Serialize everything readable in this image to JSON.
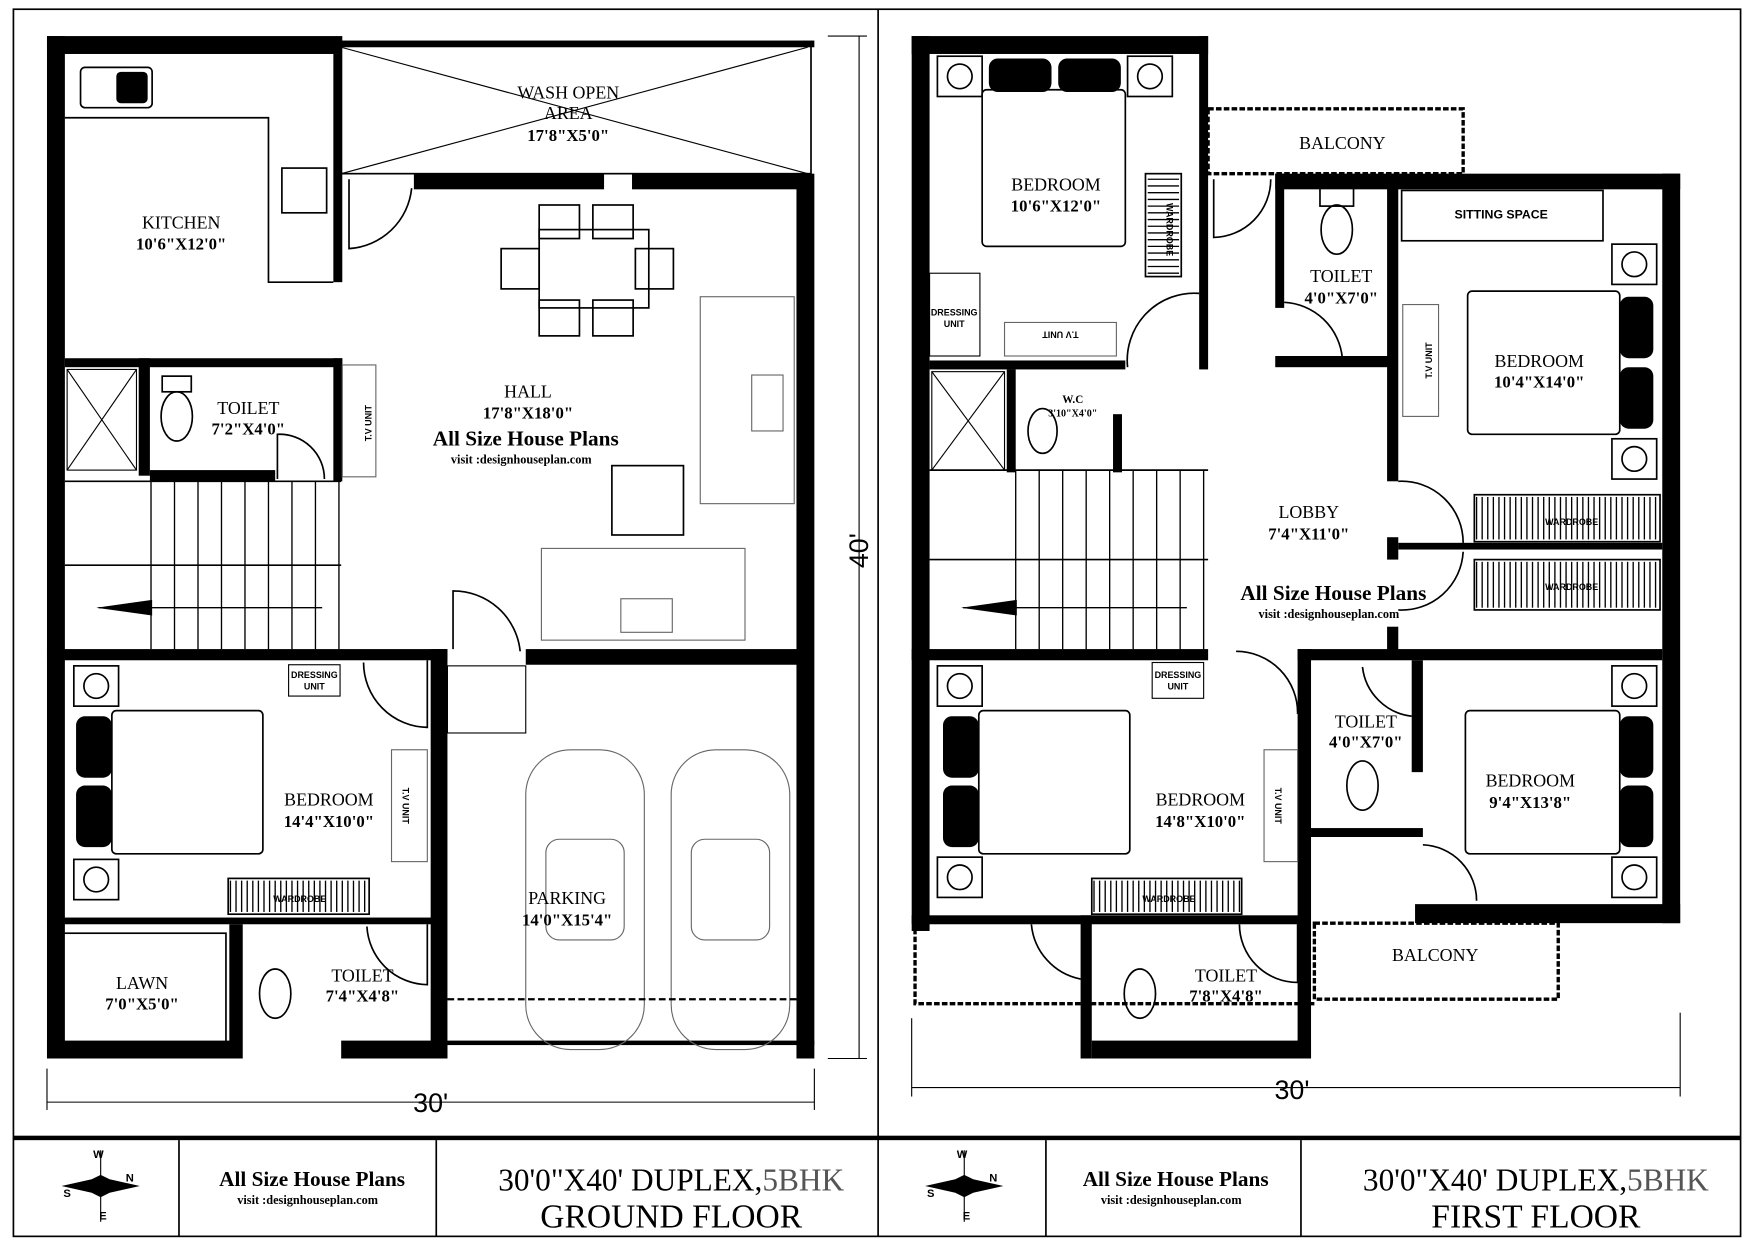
{
  "ground_floor": {
    "rooms": {
      "wash": {
        "label": "WASH OPEN",
        "label2": "AREA",
        "dims": "17'8\"X5'0\""
      },
      "kitchen": {
        "label": "KITCHEN",
        "dims": "10'6\"X12'0\""
      },
      "hall": {
        "label": "HALL",
        "dims": "17'8\"X18'0\""
      },
      "toilet1": {
        "label": "TOILET",
        "dims": "7'2\"X4'0\""
      },
      "bedroom": {
        "label": "BEDROOM",
        "dims": "14'4\"X10'0\""
      },
      "parking": {
        "label": "PARKING",
        "dims": "14'0\"X15'4\""
      },
      "lawn": {
        "label": "LAWN",
        "dims": "7'0\"X5'0\""
      },
      "toilet2": {
        "label": "TOILET",
        "dims": "7'4\"X4'8\""
      }
    },
    "fixtures": {
      "tv_unit": "T.V UNIT",
      "tv_unit2": "T.V UNIT",
      "dressing": "DRESSING",
      "dressing2": "UNIT",
      "wardrobe": "WARDROBE"
    },
    "watermark": {
      "brand": "All Size House Plans",
      "visit": "visit :designhouseplan.com"
    },
    "width_dim": "30'",
    "depth_dim": "40'"
  },
  "first_floor": {
    "rooms": {
      "bedroom1": {
        "label": "BEDROOM",
        "dims": "10'6\"X12'0\""
      },
      "balcony1": {
        "label": "BALCONY"
      },
      "toilet1": {
        "label": "TOILET",
        "dims": "4'0\"X7'0\""
      },
      "sitting": {
        "label": "SITTING SPACE"
      },
      "bedroom2": {
        "label": "BEDROOM",
        "dims": "10'4\"X14'0\""
      },
      "wc": {
        "label": "W.C",
        "dims": "3'10\"X4'0\""
      },
      "lobby": {
        "label": "LOBBY",
        "dims": "7'4\"X11'0\""
      },
      "bedroom3": {
        "label": "BEDROOM",
        "dims": "14'8\"X10'0\""
      },
      "toilet2": {
        "label": "TOILET",
        "dims": "4'0\"X7'0\""
      },
      "bedroom4": {
        "label": "BEDROOM",
        "dims": "9'4\"X13'8\""
      },
      "balcony2": {
        "label": "BALCONY"
      },
      "toilet3": {
        "label": "TOILET",
        "dims": "7'8\"X4'8\""
      }
    },
    "fixtures": {
      "tv_unit": "T.V UNIT",
      "tv_unit2": "T.V UNIT",
      "tv_unit3": "T.V UNIT",
      "dressing": "DRESSING",
      "dressing_b": "UNIT",
      "dressing2": "DRESSING",
      "dressing2_b": "UNIT",
      "wardrobe1": "WARDROBE",
      "wardrobe2": "WARDROBE",
      "wardrobe3": "WARDROBE",
      "wardrobe4": "WARDROBE"
    },
    "watermark": {
      "brand": "All Size House Plans",
      "visit": "visit :designhouseplan.com"
    },
    "width_dim": "30'"
  },
  "title_block": {
    "left": {
      "brand": "All Size House Plans",
      "visit": "visit :designhouseplan.com",
      "title_a": "30'0\"X40' DUPLEX,",
      "title_b": "5BHK",
      "subtitle": "GROUND FLOOR",
      "compass": {
        "n": "N",
        "s": "S",
        "e": "E",
        "w": "W"
      }
    },
    "right": {
      "brand": "All Size House Plans",
      "visit": "visit :designhouseplan.com",
      "title_a": "30'0\"X40' DUPLEX,",
      "title_b": "5BHK",
      "subtitle": "FIRST FLOOR",
      "compass": {
        "n": "N",
        "s": "S",
        "e": "E",
        "w": "W"
      }
    }
  },
  "colors": {
    "walls": "#000000",
    "bhk_text": "#555555",
    "furniture": "#666666"
  }
}
